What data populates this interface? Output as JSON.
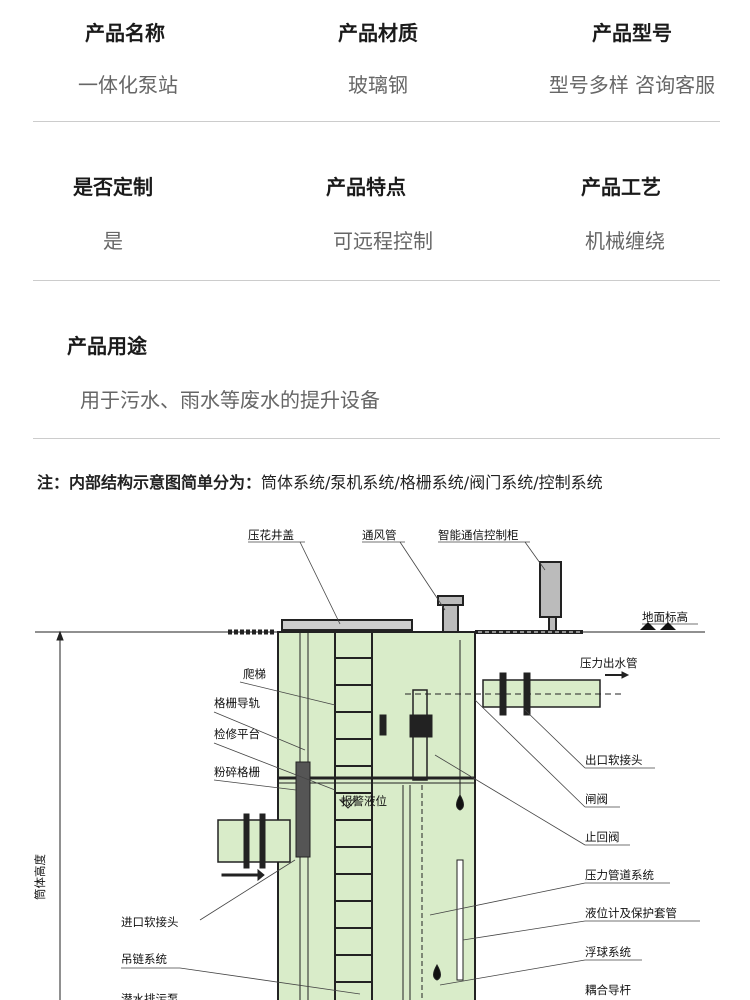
{
  "specs": [
    {
      "title": "产品名称",
      "value": "一体化泵站"
    },
    {
      "title": "产品材质",
      "value": "玻璃钢"
    },
    {
      "title": "产品型号",
      "value": "型号多样 咨询客服"
    },
    {
      "title": "是否定制",
      "value": "是"
    },
    {
      "title": "产品特点",
      "value": "可远程控制"
    },
    {
      "title": "产品工艺",
      "value": "机械缠绕"
    },
    {
      "title": "产品用途",
      "value": "用于污水、雨水等废水的提升设备"
    }
  ],
  "note": {
    "prefix": "注：内部结构示意图简单分为：",
    "text": "筒体系统/泵机系统/格栅系统/阀门系统/控制系统"
  },
  "diagram": {
    "top": {
      "cover": "压花井盖",
      "vent": "通风管",
      "cabinet": "智能通信控制柜",
      "ground": "地面标高",
      "outlet_pipe": "压力出水管",
      "height": "筒体高度"
    },
    "left": {
      "ladder": "爬梯",
      "rail": "格栅导轨",
      "platform": "检修平台",
      "grinder": "粉碎格栅",
      "alarm": "报警液位",
      "inlet": "进口软接头",
      "chain": "吊链系统",
      "pump": "潜水排污泵"
    },
    "right": {
      "outlet_joint": "出口软接头",
      "gate": "闸阀",
      "check": "止回阀",
      "pressure": "压力管道系统",
      "level": "液位计及保护套管",
      "float": "浮球系统",
      "guide": "耦合导杆"
    }
  }
}
